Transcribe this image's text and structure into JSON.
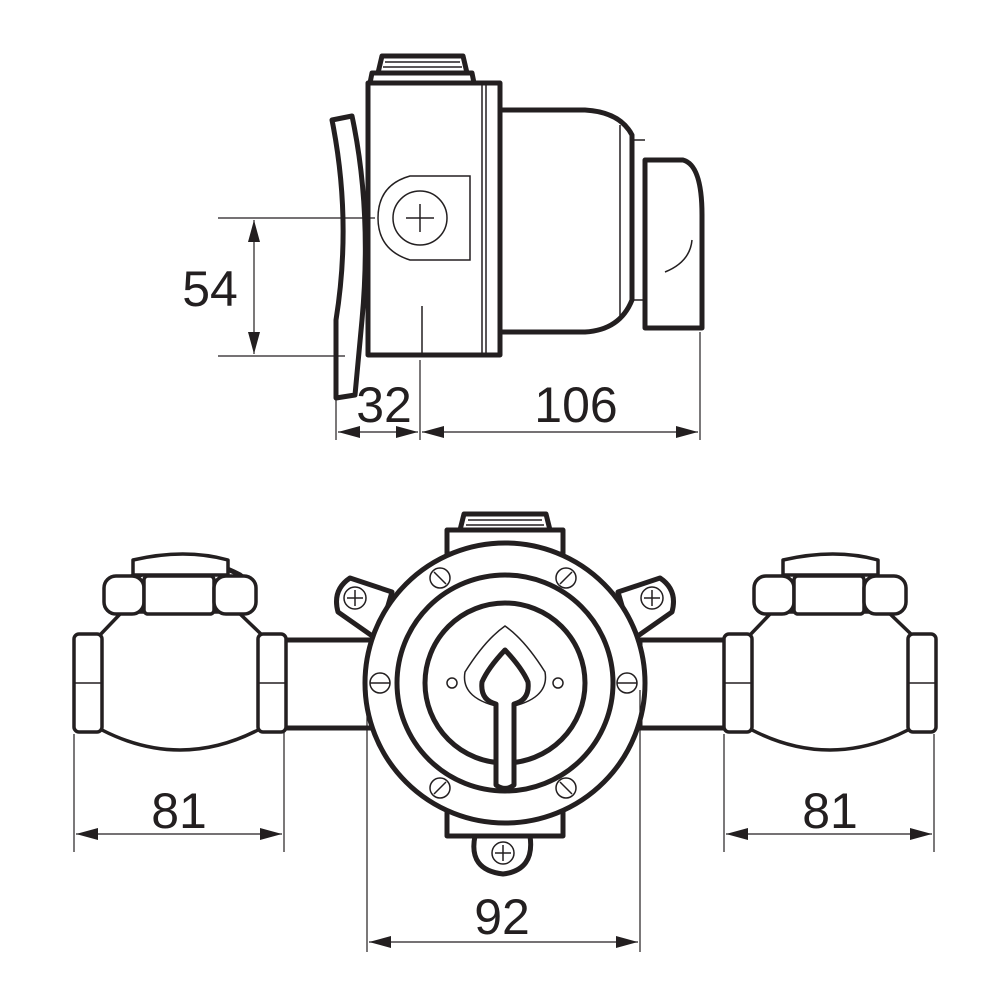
{
  "colors": {
    "line": "#231f20",
    "background": "#ffffff"
  },
  "dimensions": {
    "side_height": "54",
    "side_depth_front": "32",
    "side_depth_body": "106",
    "front_left_gland": "81",
    "front_right_gland": "81",
    "front_body_width": "92"
  }
}
